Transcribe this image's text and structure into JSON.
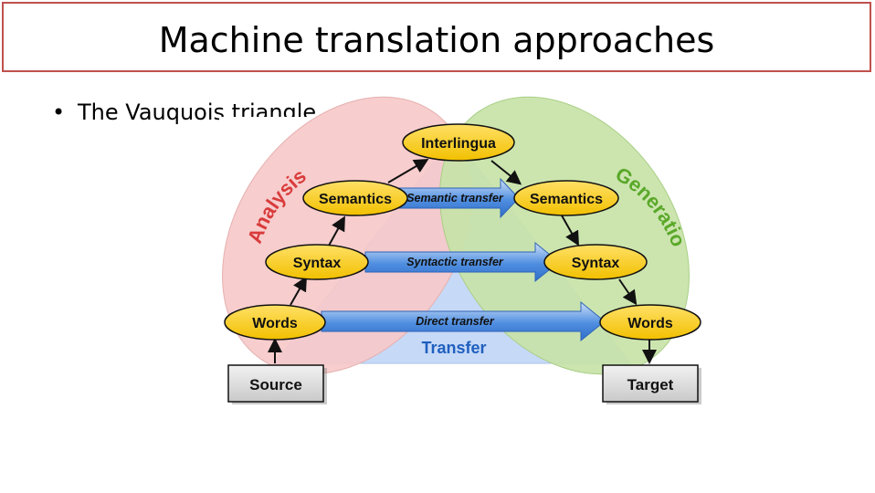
{
  "slide": {
    "title": "Machine translation approaches",
    "bullet": "The Vauquois triangle"
  },
  "diagram": {
    "nodes": {
      "interlingua": "Interlingua",
      "semantics_left": "Semantics",
      "semantics_right": "Semantics",
      "syntax_left": "Syntax",
      "syntax_right": "Syntax",
      "words_left": "Words",
      "words_right": "Words",
      "source": "Source",
      "target": "Target"
    },
    "transfers": {
      "semantic": "Semantic transfer",
      "syntactic": "Syntactic transfer",
      "direct": "Direct transfer",
      "region": "Transfer"
    },
    "regions": {
      "analysis": "Analysis",
      "generation": "Generation"
    },
    "colors": {
      "analysis_fill": "#f6c9c9",
      "generation_fill": "#c8e3a8",
      "transfer_fill": "#c6d9f6",
      "node_fill": "#f7c800",
      "arrow_fill": "#3b7dd8",
      "title_border": "#c0504d",
      "label_red": "#d93b3b",
      "label_green": "#5aa829"
    }
  }
}
